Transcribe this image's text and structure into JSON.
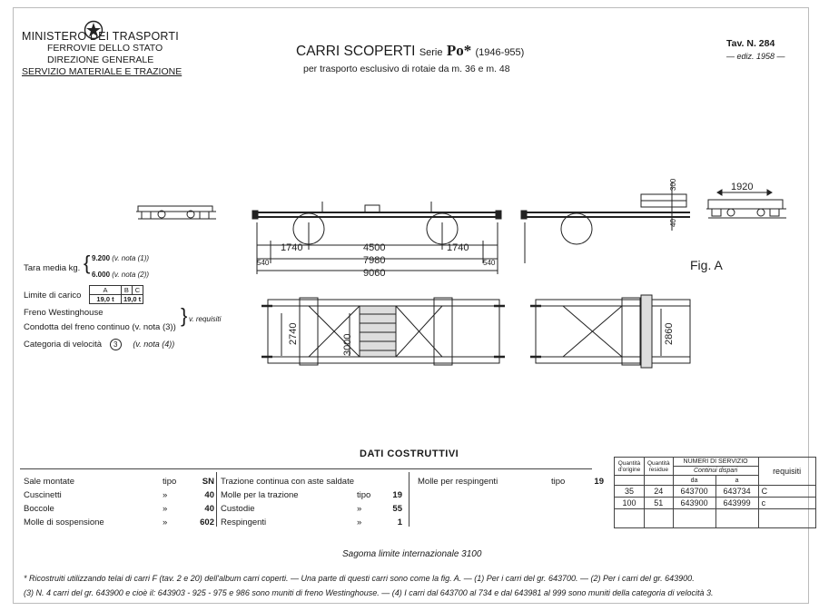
{
  "header": {
    "ministry": "MINISTERO DEI TRASPORTI",
    "railways": "FERROVIE DELLO STATO",
    "direction": "DIREZIONE GENERALE",
    "service": "SERVIZIO MATERIALE E TRAZIONE",
    "title": "CARRI SCOPERTI",
    "series_word": "Serie",
    "series_code": "Po*",
    "years": "(1946-955)",
    "subtitle": "per trasporto esclusivo di rotaie da m. 36 e m. 48",
    "tav": "Tav. N. 284",
    "edition": "— ediz. 1958 —"
  },
  "drawing": {
    "fig_label": "Fig. A",
    "dims": {
      "d1740a": "1740",
      "d4500": "4500",
      "d1740b": "1740",
      "d540a": "540",
      "d7980": "7980",
      "d540b": "540",
      "d9060": "9060",
      "d2740": "2740",
      "d3000": "3000",
      "d2860": "2860",
      "d300": "300",
      "d40": "40",
      "d1920": "1920"
    }
  },
  "left_info": {
    "tara_label": "Tara media kg.",
    "tara1": "9.200",
    "tara1_note": "(v. nota (1))",
    "tara2": "6.000",
    "tara2_note": "(v. nota (2))",
    "limite_label": "Limite di carico",
    "limite_headers": [
      "A",
      "B",
      "C"
    ],
    "limite_values": [
      "19,0 t",
      "19,0 t"
    ],
    "freno": "Freno Westinghouse",
    "condotta": "Condotta del freno continuo (v. nota (3))",
    "requisiti_note": "v. requisiti",
    "categoria": "Categoria di velocità",
    "categoria_num": "3",
    "categoria_note": "(v. nota (4))"
  },
  "dati": {
    "title": "DATI COSTRUTTIVI",
    "col1": [
      {
        "label": "Sale montate",
        "type": "tipo",
        "value": "SN"
      },
      {
        "label": "Cuscinetti",
        "type": "»",
        "value": "40"
      },
      {
        "label": "Boccole",
        "type": "»",
        "value": "40"
      },
      {
        "label": "Molle di sospensione",
        "type": "»",
        "value": "602"
      }
    ],
    "col2": [
      {
        "label": "Trazione continua con aste saldate",
        "type": "",
        "value": ""
      },
      {
        "label": "Molle per la trazione",
        "type": "tipo",
        "value": "19"
      },
      {
        "label": "Custodie",
        "type": "»",
        "value": "55"
      },
      {
        "label": "Respingenti",
        "type": "»",
        "value": "1"
      }
    ],
    "col3": [
      {
        "label": "Molle per respingenti",
        "type": "tipo",
        "value": "19"
      }
    ]
  },
  "requisiti_table": {
    "h_orig": "Quantità d'origine",
    "h_res": "Quantità residue",
    "h_num": "NUMERI DI SERVIZIO",
    "h_cont": "Continui dispari",
    "h_da": "da",
    "h_a": "a",
    "h_req": "requisiti",
    "rows": [
      {
        "orig": "35",
        "res": "24",
        "da": "643700",
        "a": "643734",
        "req": "C"
      },
      {
        "orig": "100",
        "res": "51",
        "da": "643900",
        "a": "643999",
        "req": "c"
      }
    ]
  },
  "footer": {
    "sagoma": "Sagoma limite internazionale 3100",
    "note1": "* Ricostruiti utilizzando telai di carri F (tav. 2 e 20) dell'album carri coperti. — Una parte di questi carri sono come la fig. A. — (1) Per i carri del gr. 643700. — (2) Per i carri del gr. 643900.",
    "note2": "(3) N. 4 carri del gr. 643900 e cioè il: 643903 - 925 - 975 e 986 sono muniti di freno Westinghouse. — (4) I carri dal 643700 al 734 e dal 643981 al 999 sono muniti della categoria di velocità 3."
  }
}
